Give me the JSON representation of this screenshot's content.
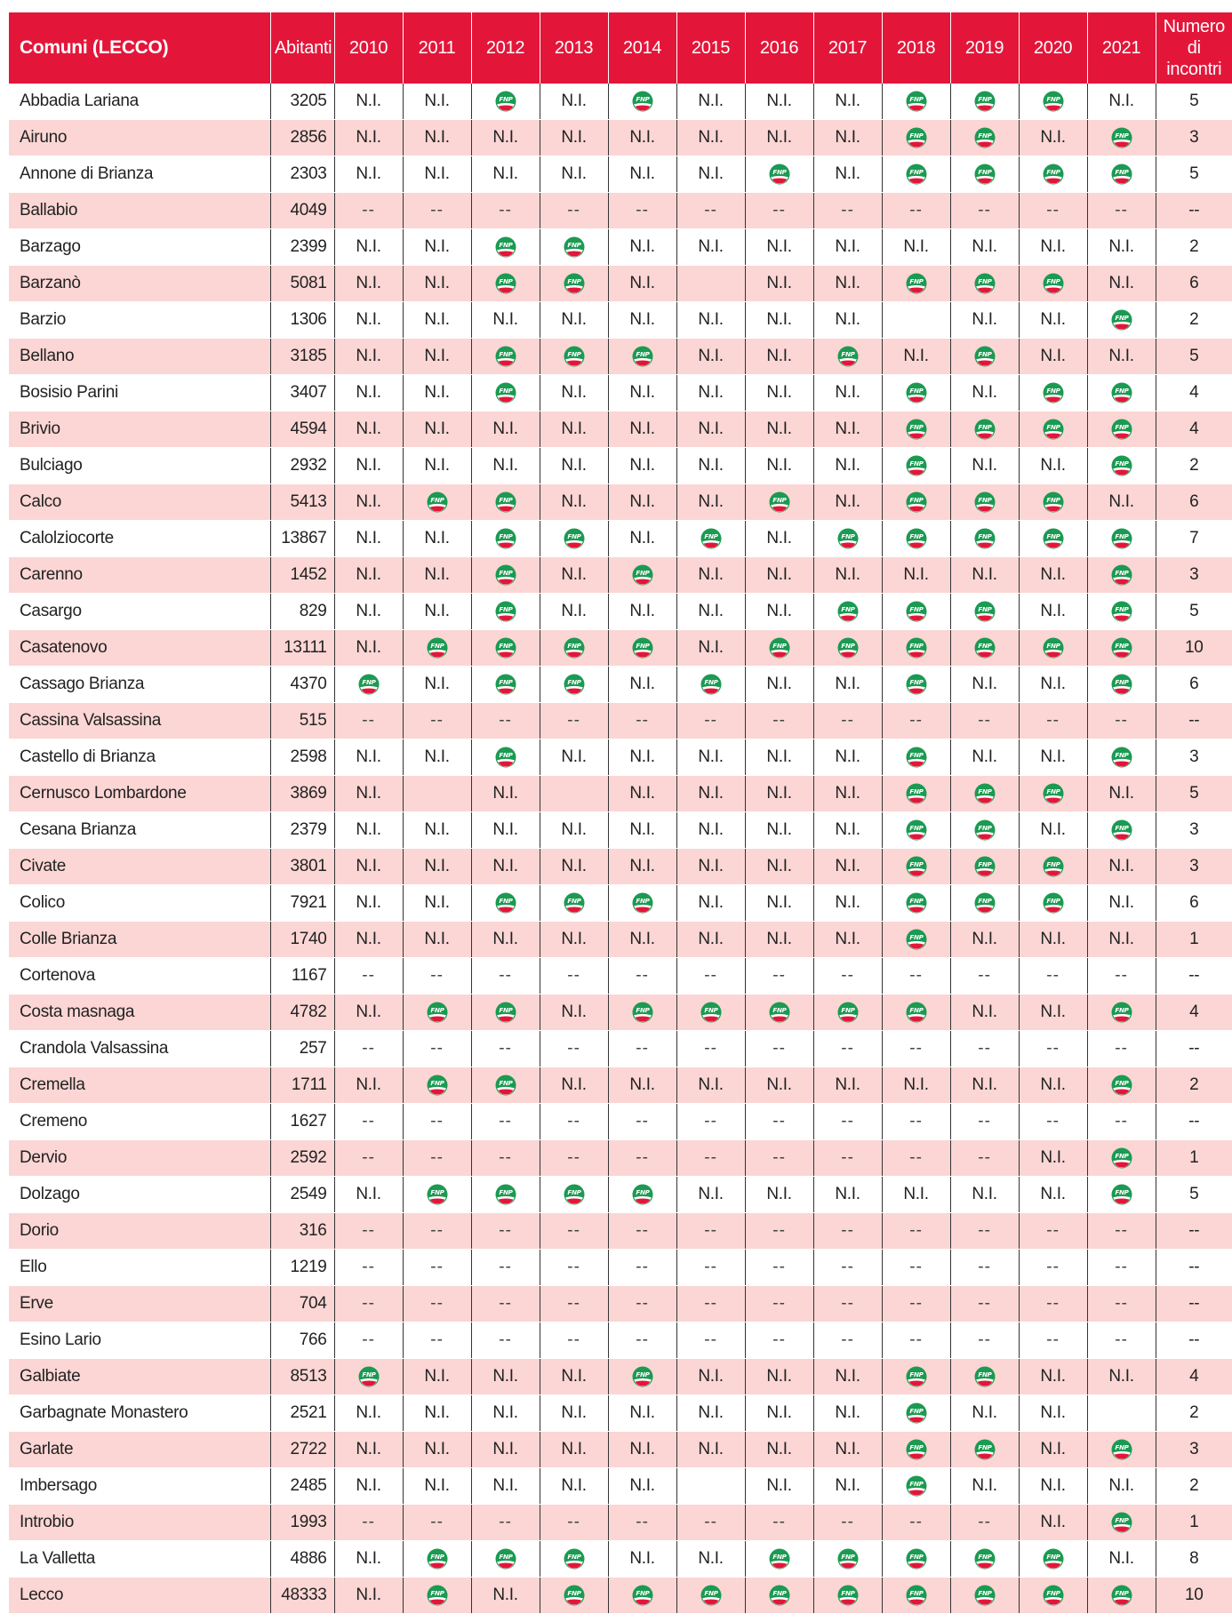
{
  "table": {
    "headers": {
      "name": "Comuni (LECCO)",
      "population": "Abitanti",
      "years": [
        "2010",
        "2011",
        "2012",
        "2013",
        "2014",
        "2015",
        "2016",
        "2017",
        "2018",
        "2019",
        "2020",
        "2021"
      ],
      "count_line1": "Numero di",
      "count_line2": "incontri"
    },
    "symbols": {
      "fnp_logo_text": "FNP",
      "not_indicated": "N.I.",
      "no_data": "--"
    },
    "colors": {
      "header_bg": "#e3163a",
      "row_stripe": "#fbd6d4",
      "logo_green": "#1b9a52",
      "logo_red": "#e3163a"
    },
    "rows": [
      {
        "name": "Abbadia Lariana",
        "population": "3205",
        "years": [
          "N.I.",
          "N.I.",
          "FNP",
          "N.I.",
          "FNP",
          "N.I.",
          "N.I.",
          "N.I.",
          "FNP",
          "FNP",
          "FNP",
          "N.I."
        ],
        "count": "5"
      },
      {
        "name": "Airuno",
        "population": "2856",
        "years": [
          "N.I.",
          "N.I.",
          "N.I.",
          "N.I.",
          "N.I.",
          "N.I.",
          "N.I.",
          "N.I.",
          "FNP",
          "FNP",
          "N.I.",
          "FNP"
        ],
        "count": "3"
      },
      {
        "name": "Annone di Brianza",
        "population": "2303",
        "years": [
          "N.I.",
          "N.I.",
          "N.I.",
          "N.I.",
          "N.I.",
          "N.I.",
          "FNP",
          "N.I.",
          "FNP",
          "FNP",
          "FNP",
          "FNP"
        ],
        "count": "5"
      },
      {
        "name": "Ballabio",
        "population": "4049",
        "years": [
          "--",
          "--",
          "--",
          "--",
          "--",
          "--",
          "--",
          "--",
          "--",
          "--",
          "--",
          "--"
        ],
        "count": "--"
      },
      {
        "name": "Barzago",
        "population": "2399",
        "years": [
          "N.I.",
          "N.I.",
          "FNP",
          "FNP",
          "N.I.",
          "N.I.",
          "N.I.",
          "N.I.",
          "N.I.",
          "N.I.",
          "N.I.",
          "N.I."
        ],
        "count": "2"
      },
      {
        "name": "Barzanò",
        "population": "5081",
        "years": [
          "N.I.",
          "N.I.",
          "FNP",
          "FNP",
          "N.I.",
          "",
          "N.I.",
          "N.I.",
          "FNP",
          "FNP",
          "FNP",
          "N.I."
        ],
        "count": "6"
      },
      {
        "name": "Barzio",
        "population": "1306",
        "years": [
          "N.I.",
          "N.I.",
          "N.I.",
          "N.I.",
          "N.I.",
          "N.I.",
          "N.I.",
          "N.I.",
          "",
          "N.I.",
          "N.I.",
          "FNP"
        ],
        "count": "2"
      },
      {
        "name": "Bellano",
        "population": "3185",
        "years": [
          "N.I.",
          "N.I.",
          "FNP",
          "FNP",
          "FNP",
          "N.I.",
          "N.I.",
          "FNP",
          "N.I.",
          "FNP",
          "N.I.",
          "N.I."
        ],
        "count": "5"
      },
      {
        "name": "Bosisio Parini",
        "population": "3407",
        "years": [
          "N.I.",
          "N.I.",
          "FNP",
          "N.I.",
          "N.I.",
          "N.I.",
          "N.I.",
          "N.I.",
          "FNP",
          "N.I.",
          "FNP",
          "FNP"
        ],
        "count": "4"
      },
      {
        "name": "Brivio",
        "population": "4594",
        "years": [
          "N.I.",
          "N.I.",
          "N.I.",
          "N.I.",
          "N.I.",
          "N.I.",
          "N.I.",
          "N.I.",
          "FNP",
          "FNP",
          "FNP",
          "FNP"
        ],
        "count": "4"
      },
      {
        "name": "Bulciago",
        "population": "2932",
        "years": [
          "N.I.",
          "N.I.",
          "N.I.",
          "N.I.",
          "N.I.",
          "N.I.",
          "N.I.",
          "N.I.",
          "FNP",
          "N.I.",
          "N.I.",
          "FNP"
        ],
        "count": "2"
      },
      {
        "name": "Calco",
        "population": "5413",
        "years": [
          "N.I.",
          "FNP",
          "FNP",
          "N.I.",
          "N.I.",
          "N.I.",
          "FNP",
          "N.I.",
          "FNP",
          "FNP",
          "FNP",
          "N.I."
        ],
        "count": "6"
      },
      {
        "name": "Calolziocorte",
        "population": "13867",
        "years": [
          "N.I.",
          "N.I.",
          "FNP",
          "FNP",
          "N.I.",
          "FNP",
          "N.I.",
          "FNP",
          "FNP",
          "FNP",
          "FNP",
          "FNP"
        ],
        "count": "7"
      },
      {
        "name": "Carenno",
        "population": "1452",
        "years": [
          "N.I.",
          "N.I.",
          "FNP",
          "N.I.",
          "FNP",
          "N.I.",
          "N.I.",
          "N.I.",
          "N.I.",
          "N.I.",
          "N.I.",
          "FNP"
        ],
        "count": "3"
      },
      {
        "name": "Casargo",
        "population": "829",
        "years": [
          "N.I.",
          "N.I.",
          "FNP",
          "N.I.",
          "N.I.",
          "N.I.",
          "N.I.",
          "FNP",
          "FNP",
          "FNP",
          "N.I.",
          "FNP"
        ],
        "count": "5"
      },
      {
        "name": "Casatenovo",
        "population": "13111",
        "years": [
          "N.I.",
          "FNP",
          "FNP",
          "FNP",
          "FNP",
          "N.I.",
          "FNP",
          "FNP",
          "FNP",
          "FNP",
          "FNP",
          "FNP"
        ],
        "count": "10"
      },
      {
        "name": "Cassago Brianza",
        "population": "4370",
        "years": [
          "FNP",
          "N.I.",
          "FNP",
          "FNP",
          "N.I.",
          "FNP",
          "N.I.",
          "N.I.",
          "FNP",
          "N.I.",
          "N.I.",
          "FNP"
        ],
        "count": "6"
      },
      {
        "name": "Cassina Valsassina",
        "population": "515",
        "years": [
          "--",
          "--",
          "--",
          "--",
          "--",
          "--",
          "--",
          "--",
          "--",
          "--",
          "--",
          "--"
        ],
        "count": "--"
      },
      {
        "name": "Castello di Brianza",
        "population": "2598",
        "years": [
          "N.I.",
          "N.I.",
          "FNP",
          "N.I.",
          "N.I.",
          "N.I.",
          "N.I.",
          "N.I.",
          "FNP",
          "N.I.",
          "N.I.",
          "FNP"
        ],
        "count": "3"
      },
      {
        "name": "Cernusco Lombardone",
        "population": "3869",
        "years": [
          "N.I.",
          "",
          "N.I.",
          "",
          "N.I.",
          "N.I.",
          "N.I.",
          "N.I.",
          "FNP",
          "FNP",
          "FNP",
          "N.I."
        ],
        "count": "5"
      },
      {
        "name": "Cesana Brianza",
        "population": "2379",
        "years": [
          "N.I.",
          "N.I.",
          "N.I.",
          "N.I.",
          "N.I.",
          "N.I.",
          "N.I.",
          "N.I.",
          "FNP",
          "FNP",
          "N.I.",
          "FNP"
        ],
        "count": "3"
      },
      {
        "name": "Civate",
        "population": "3801",
        "years": [
          "N.I.",
          "N.I.",
          "N.I.",
          "N.I.",
          "N.I.",
          "N.I.",
          "N.I.",
          "N.I.",
          "FNP",
          "FNP",
          "FNP",
          "N.I."
        ],
        "count": "3"
      },
      {
        "name": "Colico",
        "population": "7921",
        "years": [
          "N.I.",
          "N.I.",
          "FNP",
          "FNP",
          "FNP",
          "N.I.",
          "N.I.",
          "N.I.",
          "FNP",
          "FNP",
          "FNP",
          "N.I."
        ],
        "count": "6"
      },
      {
        "name": "Colle Brianza",
        "population": "1740",
        "years": [
          "N.I.",
          "N.I.",
          "N.I.",
          "N.I.",
          "N.I.",
          "N.I.",
          "N.I.",
          "N.I.",
          "FNP",
          "N.I.",
          "N.I.",
          "N.I."
        ],
        "count": "1"
      },
      {
        "name": "Cortenova",
        "population": "1167",
        "years": [
          "--",
          "--",
          "--",
          "--",
          "--",
          "--",
          "--",
          "--",
          "--",
          "--",
          "--",
          "--"
        ],
        "count": "--"
      },
      {
        "name": "Costa masnaga",
        "population": "4782",
        "years": [
          "N.I.",
          "FNP",
          "FNP",
          "N.I.",
          "FNP",
          "FNP",
          "FNP",
          "FNP",
          "FNP",
          "N.I.",
          "N.I.",
          "FNP"
        ],
        "count": "4"
      },
      {
        "name": "Crandola Valsassina",
        "population": "257",
        "years": [
          "--",
          "--",
          "--",
          "--",
          "--",
          "--",
          "--",
          "--",
          "--",
          "--",
          "--",
          "--"
        ],
        "count": "--"
      },
      {
        "name": "Cremella",
        "population": "1711",
        "years": [
          "N.I.",
          "FNP",
          "FNP",
          "N.I.",
          "N.I.",
          "N.I.",
          "N.I.",
          "N.I.",
          "N.I.",
          "N.I.",
          "N.I.",
          "FNP"
        ],
        "count": "2"
      },
      {
        "name": "Cremeno",
        "population": "1627",
        "years": [
          "--",
          "--",
          "--",
          "--",
          "--",
          "--",
          "--",
          "--",
          "--",
          "--",
          "--",
          "--"
        ],
        "count": "--"
      },
      {
        "name": "Dervio",
        "population": "2592",
        "years": [
          "--",
          "--",
          "--",
          "--",
          "--",
          "--",
          "--",
          "--",
          "--",
          "--",
          "N.I.",
          "FNP"
        ],
        "count": "1"
      },
      {
        "name": "Dolzago",
        "population": "2549",
        "years": [
          "N.I.",
          "FNP",
          "FNP",
          "FNP",
          "FNP",
          "N.I.",
          "N.I.",
          "N.I.",
          "N.I.",
          "N.I.",
          "N.I.",
          "FNP"
        ],
        "count": "5"
      },
      {
        "name": "Dorio",
        "population": "316",
        "years": [
          "--",
          "--",
          "--",
          "--",
          "--",
          "--",
          "--",
          "--",
          "--",
          "--",
          "--",
          "--"
        ],
        "count": "--"
      },
      {
        "name": "Ello",
        "population": "1219",
        "years": [
          "--",
          "--",
          "--",
          "--",
          "--",
          "--",
          "--",
          "--",
          "--",
          "--",
          "--",
          "--"
        ],
        "count": "--"
      },
      {
        "name": "Erve",
        "population": "704",
        "years": [
          "--",
          "--",
          "--",
          "--",
          "--",
          "--",
          "--",
          "--",
          "--",
          "--",
          "--",
          "--"
        ],
        "count": "--"
      },
      {
        "name": "Esino Lario",
        "population": "766",
        "years": [
          "--",
          "--",
          "--",
          "--",
          "--",
          "--",
          "--",
          "--",
          "--",
          "--",
          "--",
          "--"
        ],
        "count": "--"
      },
      {
        "name": "Galbiate",
        "population": "8513",
        "years": [
          "FNP",
          "N.I.",
          "N.I.",
          "N.I.",
          "FNP",
          "N.I.",
          "N.I.",
          "N.I.",
          "FNP",
          "FNP",
          "N.I.",
          "N.I."
        ],
        "count": "4"
      },
      {
        "name": "Garbagnate Monastero",
        "population": "2521",
        "years": [
          "N.I.",
          "N.I.",
          "N.I.",
          "N.I.",
          "N.I.",
          "N.I.",
          "N.I.",
          "N.I.",
          "FNP",
          "N.I.",
          "N.I.",
          ""
        ],
        "count": "2"
      },
      {
        "name": "Garlate",
        "population": "2722",
        "years": [
          "N.I.",
          "N.I.",
          "N.I.",
          "N.I.",
          "N.I.",
          "N.I.",
          "N.I.",
          "N.I.",
          "FNP",
          "FNP",
          "N.I.",
          "FNP"
        ],
        "count": "3"
      },
      {
        "name": "Imbersago",
        "population": "2485",
        "years": [
          "N.I.",
          "N.I.",
          "N.I.",
          "N.I.",
          "N.I.",
          "",
          "N.I.",
          "N.I.",
          "FNP",
          "N.I.",
          "N.I.",
          "N.I."
        ],
        "count": "2"
      },
      {
        "name": "Introbio",
        "population": "1993",
        "years": [
          "--",
          "--",
          "--",
          "--",
          "--",
          "--",
          "--",
          "--",
          "--",
          "--",
          "N.I.",
          "FNP"
        ],
        "count": "1"
      },
      {
        "name": "La Valletta",
        "population": "4886",
        "years": [
          "N.I.",
          "FNP",
          "FNP",
          "FNP",
          "N.I.",
          "N.I.",
          "FNP",
          "FNP",
          "FNP",
          "FNP",
          "FNP",
          "N.I."
        ],
        "count": "8"
      },
      {
        "name": "Lecco",
        "population": "48333",
        "years": [
          "N.I.",
          "FNP",
          "N.I.",
          "FNP",
          "FNP",
          "FNP",
          "FNP",
          "FNP",
          "FNP",
          "FNP",
          "FNP",
          "FNP"
        ],
        "count": "10"
      }
    ]
  }
}
